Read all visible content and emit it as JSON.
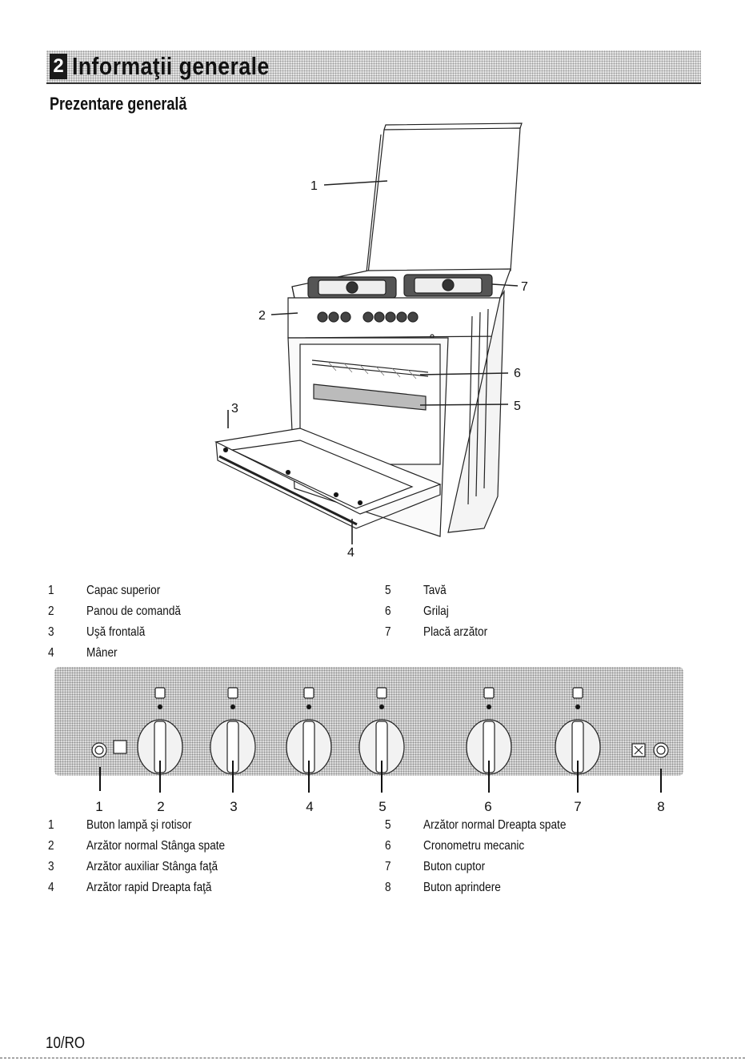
{
  "header": {
    "section_number": "2",
    "section_title": "Informaţii generale"
  },
  "subtitle": "Prezentare generală",
  "diagram_callouts": {
    "c1": "1",
    "c2": "2",
    "c3": "3",
    "c4": "4",
    "c5": "5",
    "c6": "6",
    "c7": "7"
  },
  "parts": {
    "left": [
      {
        "num": "1",
        "label": "Capac superior"
      },
      {
        "num": "2",
        "label": "Panou de comandă"
      },
      {
        "num": "3",
        "label": "Uşă frontală"
      },
      {
        "num": "4",
        "label": "Mâner"
      }
    ],
    "right": [
      {
        "num": "5",
        "label": "Tavă"
      },
      {
        "num": "6",
        "label": "Grilaj"
      },
      {
        "num": "7",
        "label": "Placă arzător"
      }
    ]
  },
  "panel_callouts": [
    "1",
    "2",
    "3",
    "4",
    "5",
    "6",
    "7",
    "8"
  ],
  "controls": {
    "left": [
      {
        "num": "1",
        "label": "Buton lampă şi rotisor"
      },
      {
        "num": "2",
        "label": "Arzător normal Stânga spate"
      },
      {
        "num": "3",
        "label": "Arzător auxiliar Stânga faţă"
      },
      {
        "num": "4",
        "label": "Arzător rapid Dreapta faţă"
      }
    ],
    "right": [
      {
        "num": "5",
        "label": "Arzător normal Dreapta spate"
      },
      {
        "num": "6",
        "label": "Cronometru mecanic"
      },
      {
        "num": "7",
        "label": "Buton cuptor"
      },
      {
        "num": "8",
        "label": "Buton aprindere"
      }
    ]
  },
  "footer": {
    "page_number": "10/RO"
  }
}
